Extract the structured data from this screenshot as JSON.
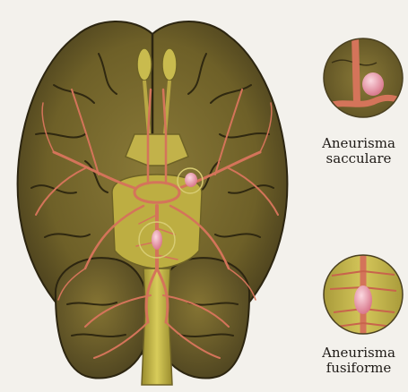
{
  "figure": {
    "subject": "brain-base-arteries",
    "colors": {
      "background": "#f3f1ec",
      "brain_tissue": "#6e6028",
      "brain_highlight": "#8a7a38",
      "brain_shadow": "#3f361a",
      "sulcus": "#2f2810",
      "brainstem": "#c4b64a",
      "artery": "#d4745a",
      "artery_dark": "#9c4a34",
      "aneurysm": "#e9a0b0",
      "highlight_ring": "#d8cc72"
    }
  },
  "insets": [
    {
      "id": "saccular",
      "icon": "saccular-aneurysm-icon",
      "label_line1": "Aneurisma",
      "label_line2": "sacculare"
    },
    {
      "id": "fusiform",
      "icon": "fusiform-aneurysm-icon",
      "label_line1": "Aneurisma",
      "label_line2": "fusiforme"
    }
  ]
}
